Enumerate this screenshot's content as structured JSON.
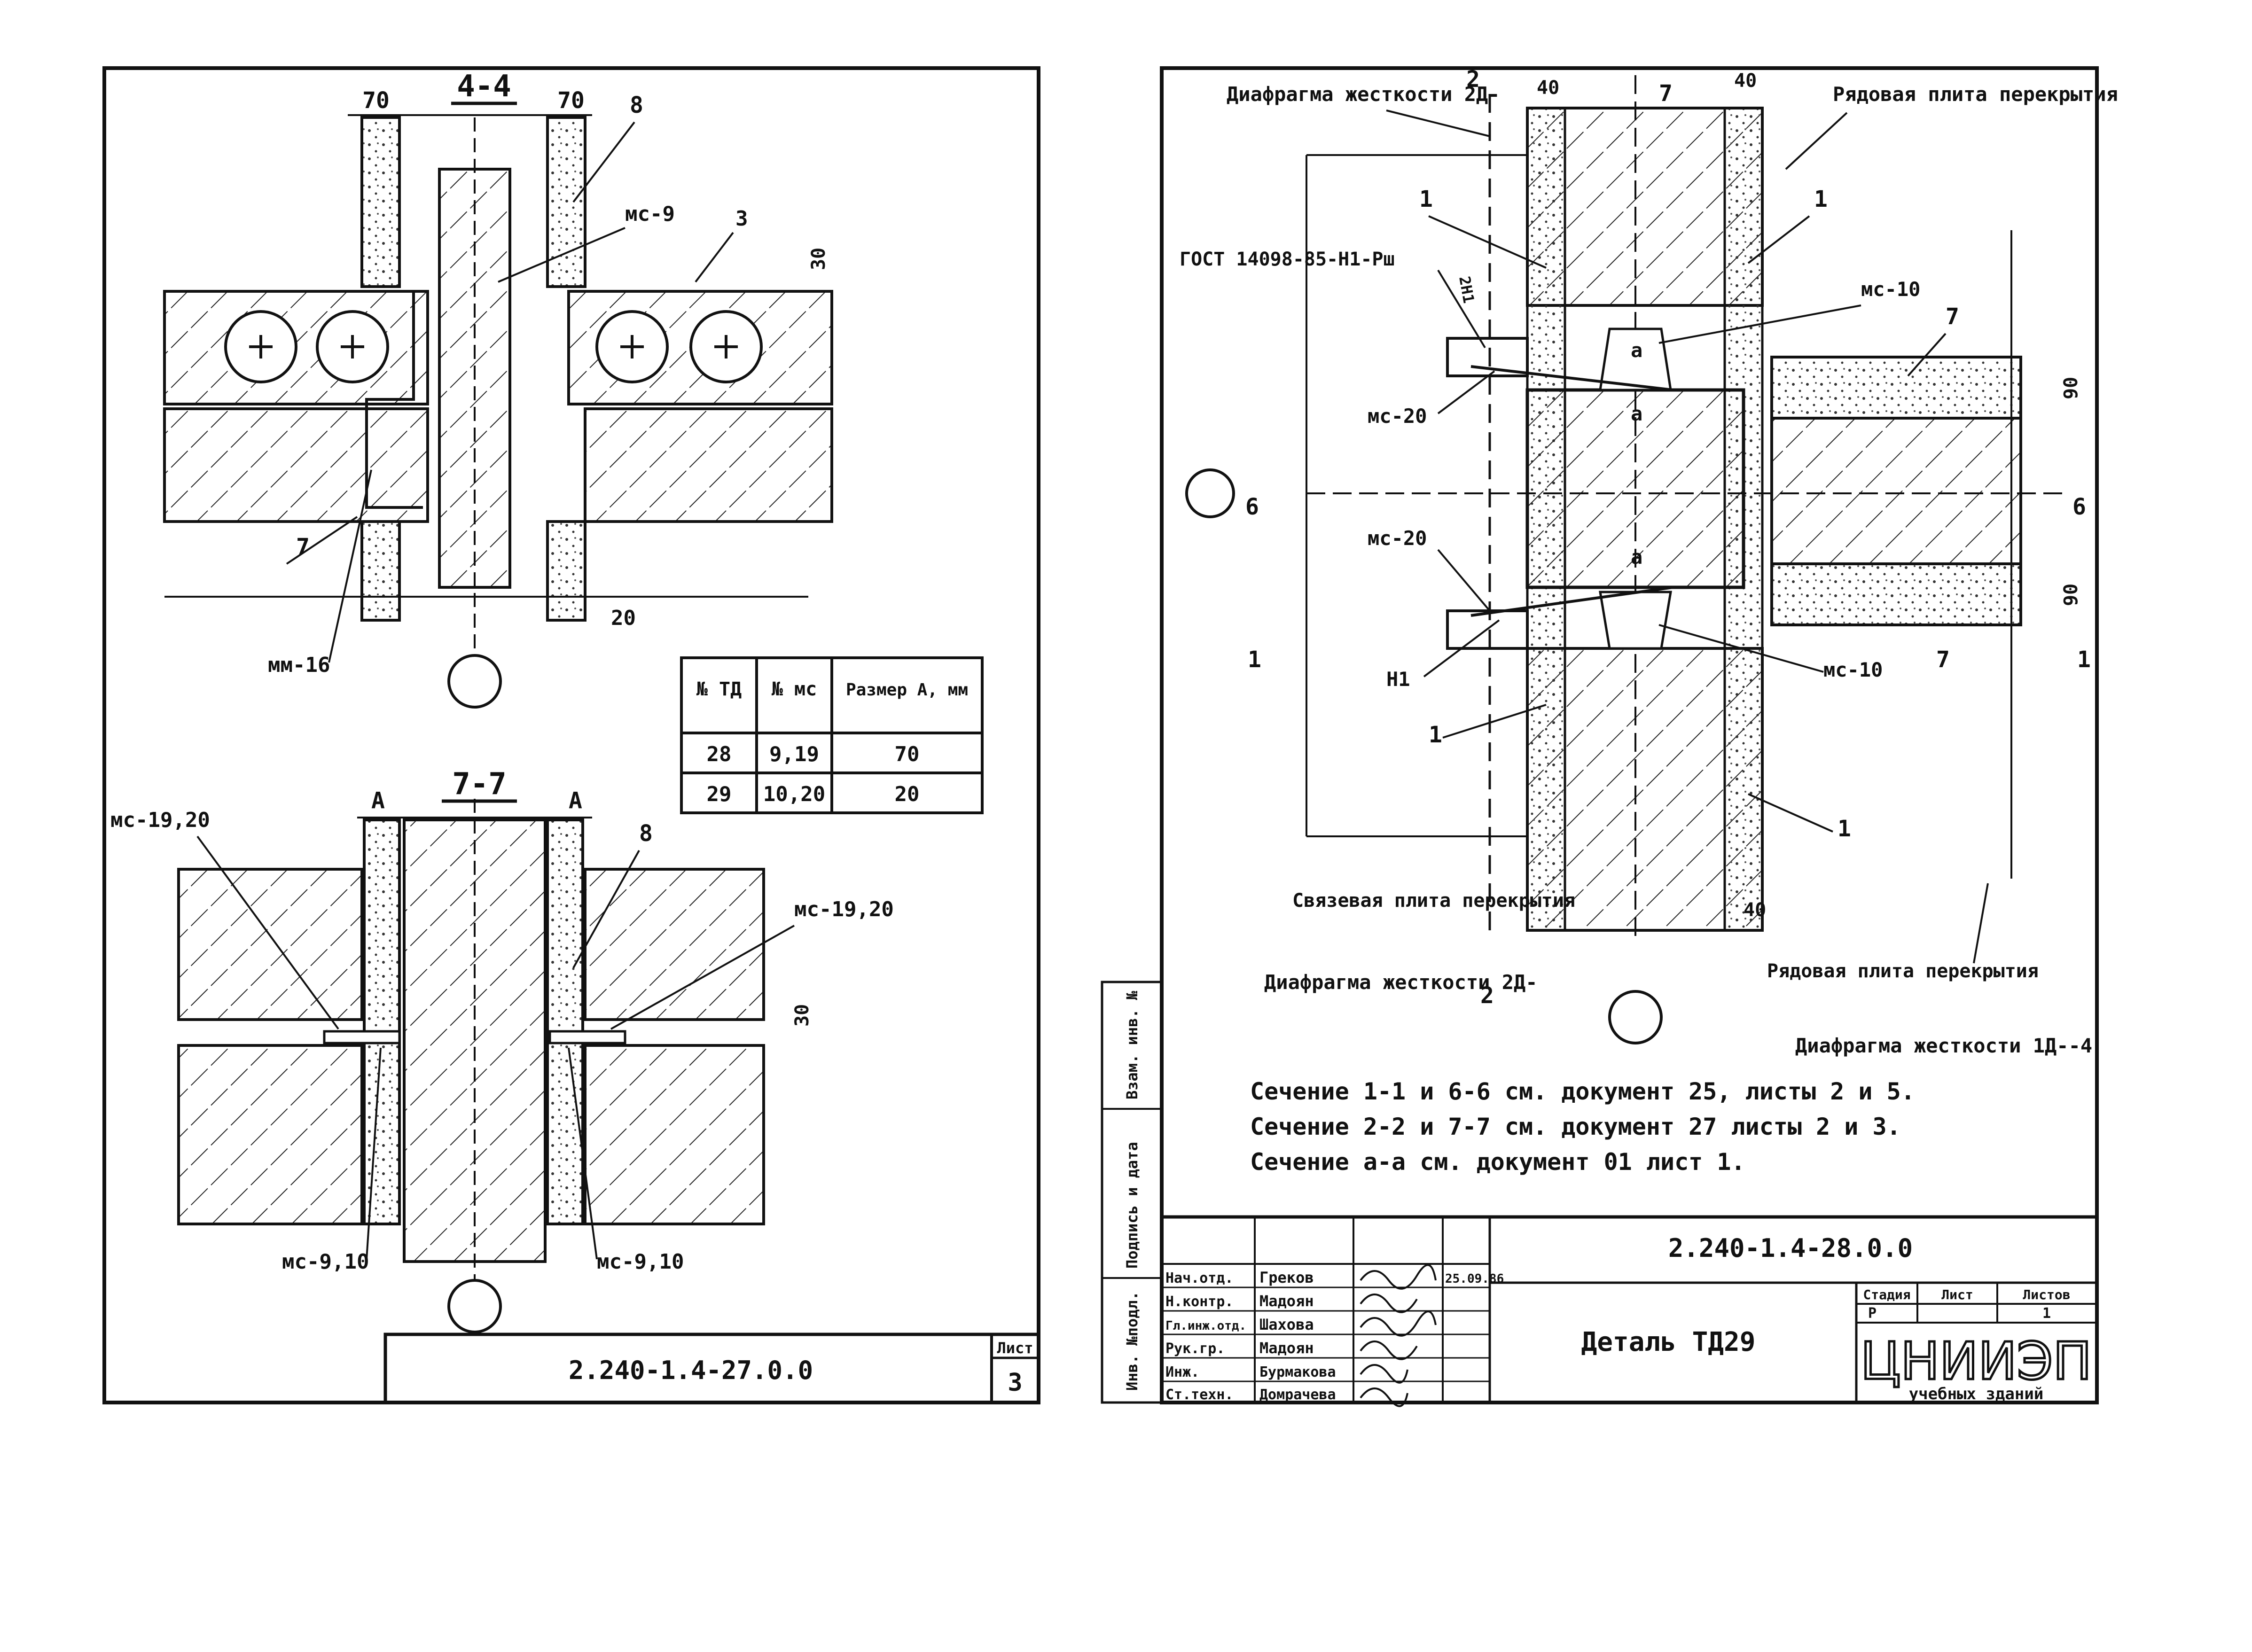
{
  "left_sheet": {
    "section_4_4": {
      "title": "4-4",
      "dim_70_left": "70",
      "dim_70_right": "70",
      "label_8": "8",
      "label_mc9": "мс-9",
      "label_3": "3",
      "dim_30": "30",
      "label_7": "7",
      "label_mm16": "мм-16",
      "dim_20": "20"
    },
    "table": {
      "headers": [
        "№ ТД",
        "№ мс",
        "Размер А, мм"
      ],
      "rows": [
        [
          "28",
          "9,19",
          "70"
        ],
        [
          "29",
          "10,20",
          "20"
        ]
      ]
    },
    "section_7_7": {
      "title": "7-7",
      "dim_a_left": "А",
      "dim_a_right": "А",
      "label_mc1920_left": "мс-19,20",
      "label_8": "8",
      "label_mc1920_right": "мс-19,20",
      "dim_30": "30",
      "label_mc910_left": "мс-9,10",
      "label_mc910_right": "мс-9,10"
    },
    "titleblock": {
      "code": "2.240-1.4-27.0.0",
      "sheet_label": "Лист",
      "sheet_no": "3"
    }
  },
  "right_sheet": {
    "labels": {
      "diaphragm_2d_top": "Диафрагма жесткости 2Д-",
      "mark_2": "2",
      "dim_40_a": "40",
      "mark_7": "7",
      "dim_40_b": "40",
      "row_slab_top": "Рядовая плита перекрытия",
      "label_1a": "1",
      "label_1b": "1",
      "gost": "ГОСТ 14098-85-Н1-Рш",
      "weld": "2Н1",
      "mc10_top": "мс-10",
      "label_7a": "7",
      "mc20_top": "мс-20",
      "a_top": "а",
      "a_mid": "а",
      "a_bottom": "а",
      "dim_90_top": "90",
      "cut_6": "6",
      "mc20_bottom": "мс-20",
      "dim_90_bottom": "90",
      "cut_1": "1",
      "n1": "Н1",
      "mc10_bottom": "мс-10",
      "label_7b": "7",
      "label_1c": "1",
      "label_1d": "1",
      "tie_slab": "Связевая плита перекрытия",
      "dim_40_c": "40",
      "diaphragm_2d_bottom": "Диафрагма жесткости 2Д-",
      "row_slab_bottom": "Рядовая плита перекрытия",
      "diaphragm_1d": "Диафрагма жесткости 1Д--4"
    },
    "notes": [
      "Сечение 1-1 и 6-6 см. документ 25, листы 2 и 5.",
      "Сечение 2-2 и 7-7 см. документ 27 листы 2 и 3.",
      "Сечение а-а см. документ 01 лист 1."
    ],
    "side_stamp": [
      "Инв. №подл.",
      "Подпись и дата",
      "Взам. инв. №"
    ],
    "titleblock": {
      "code": "2.240-1.4-28.0.0",
      "roles": [
        "Нач.отд.",
        "Н.контр.",
        "Гл.инж.отд.",
        "Рук.гр.",
        "Инж.",
        "Ст.техн."
      ],
      "names": [
        "Греков",
        "Мадоян",
        "Шахова",
        "Мадоян",
        "Бурмакова",
        "Домрачева"
      ],
      "date": "25.09.86",
      "drawing_title": "Деталь ТД29",
      "stage_label": "Стадия",
      "sheet_label": "Лист",
      "sheets_label": "Листов",
      "stage": "Р",
      "sheets": "1",
      "org": "ЦНИИЭП",
      "org_sub": "учебных зданий"
    }
  }
}
